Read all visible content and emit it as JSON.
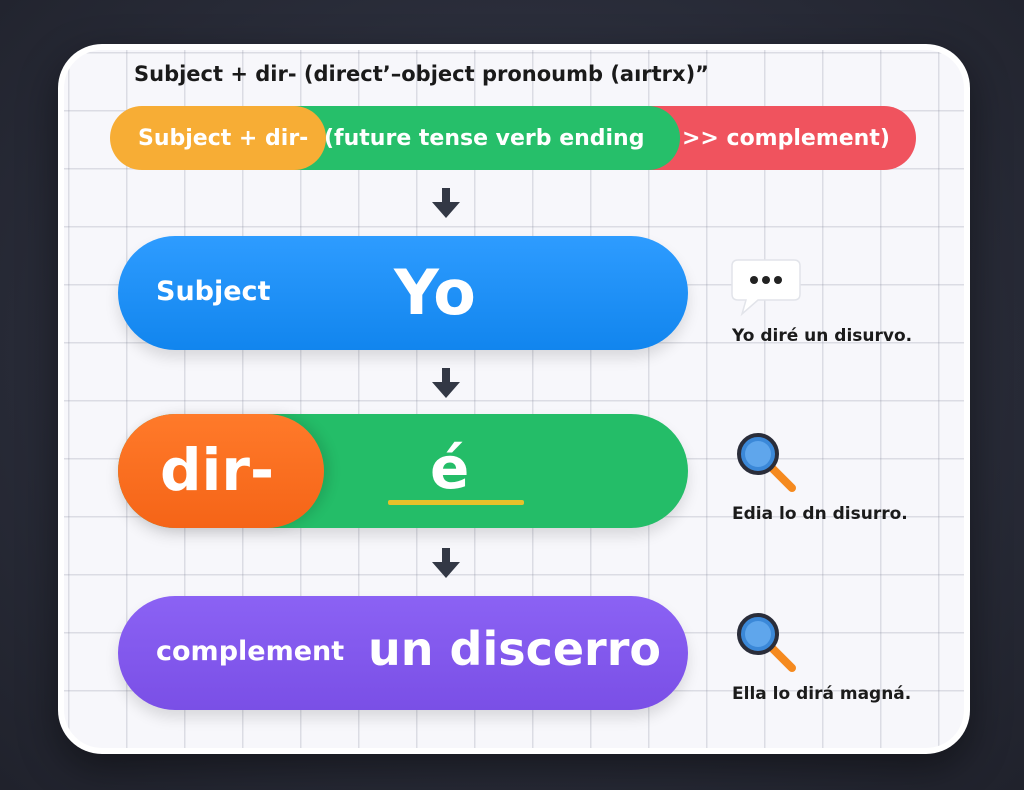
{
  "title": "Subject + dir- (direct’–object  pronoumb  (aırtrx)”",
  "formula": {
    "orange": "Subject + dir-",
    "green": "(future tense verb ending",
    "red": ">> complement)"
  },
  "rows": [
    {
      "label": "Subject",
      "value": "Yo",
      "side_text": "Yo diré un disurvo.",
      "icon": "speech-bubble-icon"
    },
    {
      "label": "dir-",
      "value": "é",
      "side_text": "Edia lo dn disurro.",
      "icon": "magnifier-icon"
    },
    {
      "label": "complement",
      "value": "un discerro",
      "side_text": "Ella lo dirá magná.",
      "icon": "magnifier-icon"
    }
  ],
  "colors": {
    "orange": "#f7ad35",
    "green": "#26bf6a",
    "red": "#f0535e",
    "blue": "#1185ee",
    "bright_orange": "#f56417",
    "purple": "#7a4fe6",
    "underline": "#e6c12a"
  }
}
